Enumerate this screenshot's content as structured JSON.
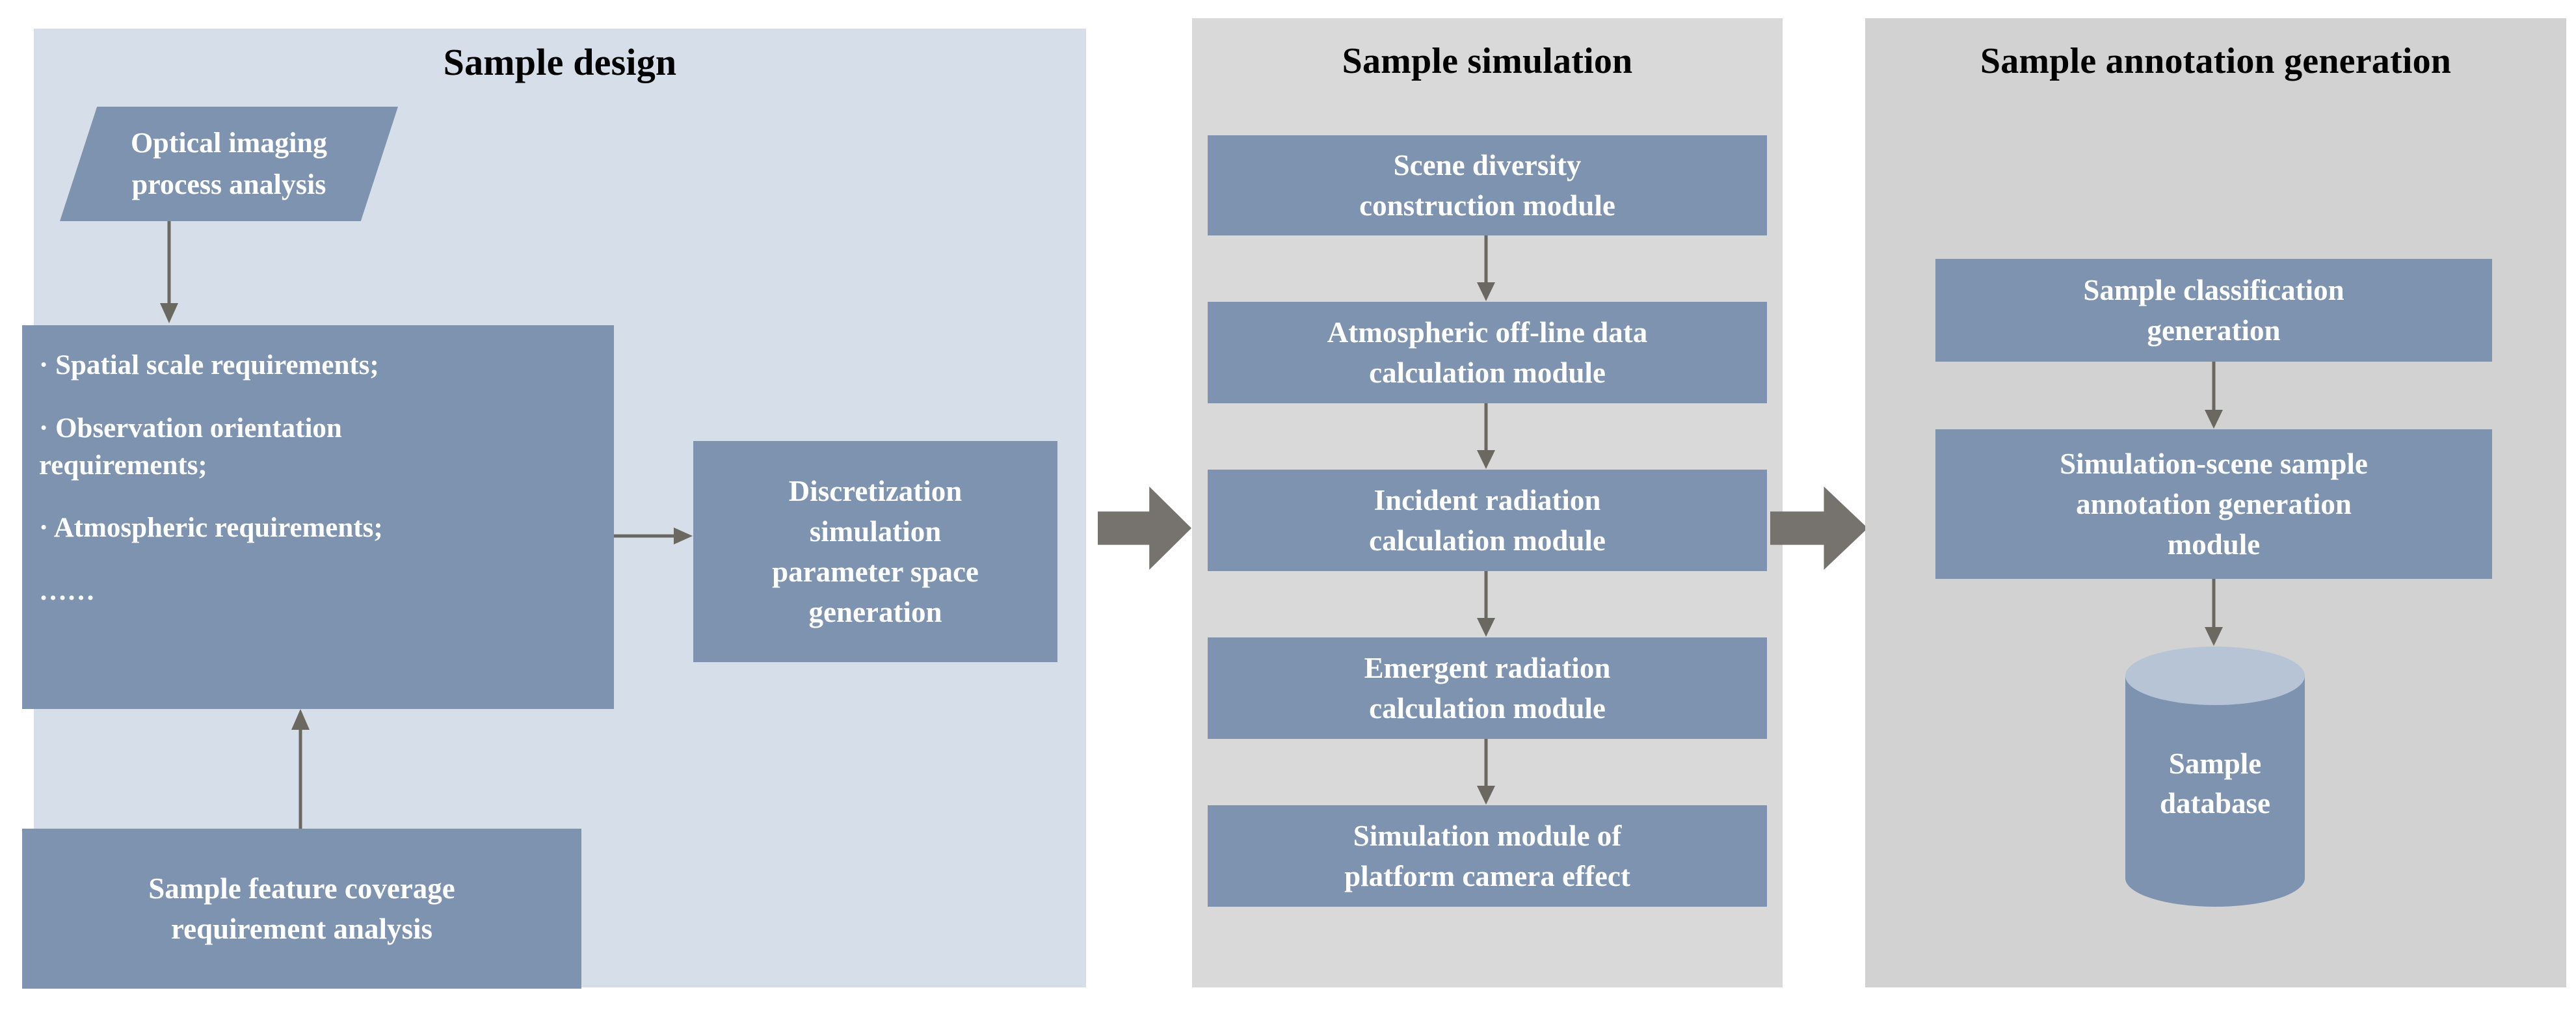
{
  "diagram": {
    "title": "Sample design / simulation / annotation generation pipeline",
    "colors": {
      "panel_design_bg": "#d6dee9",
      "panel_simulation_bg": "#d9d9d9",
      "panel_annotation_bg": "#d2d2d2",
      "box_fill": "#7e93af",
      "box_text": "#ffffff",
      "title_text": "#000000",
      "connector_arrow": "#6b6862",
      "block_arrow": "#76736f",
      "cylinder_top": "#b6c4d6",
      "cylinder_body": "#7e93af"
    }
  },
  "panels": [
    {
      "id": "sample-design",
      "title": "Sample design",
      "nodes": {
        "optical": "Optical imaging\nprocess analysis",
        "requirements": [
          "· Spatial scale requirements;",
          "· Observation orientation\nrequirements;",
          "· Atmospheric requirements;",
          "……"
        ],
        "discretization": "Discretization\nsimulation\nparameter space\ngeneration",
        "coverage": "Sample feature coverage\nrequirement analysis"
      }
    },
    {
      "id": "sample-simulation",
      "title": "Sample simulation",
      "modules": [
        "Scene diversity\nconstruction module",
        "Atmospheric off-line data\ncalculation module",
        "Incident radiation\ncalculation module",
        "Emergent radiation\ncalculation module",
        "Simulation module of\nplatform camera effect"
      ]
    },
    {
      "id": "sample-annotation-generation",
      "title": "Sample annotation generation",
      "nodes": {
        "classification": "Sample classification\ngeneration",
        "annotation_module": "Simulation-scene sample\nannotation generation\nmodule",
        "database": "Sample\ndatabase"
      }
    }
  ]
}
